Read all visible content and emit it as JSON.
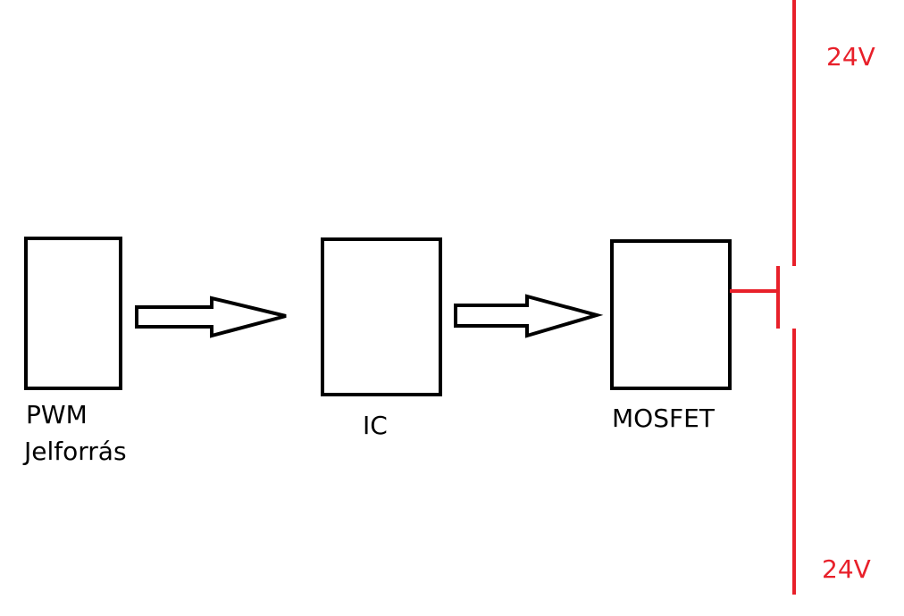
{
  "blocks": {
    "pwm": {
      "line1": "PWM",
      "line2": "Jelforrás"
    },
    "ic": {
      "label": "IC"
    },
    "mosfet": {
      "label": "MOSFET"
    }
  },
  "supply": {
    "top_label": "24V",
    "bottom_label": "24V",
    "color": "#e8202a"
  },
  "colors": {
    "outline": "#000000",
    "background": "#ffffff"
  }
}
